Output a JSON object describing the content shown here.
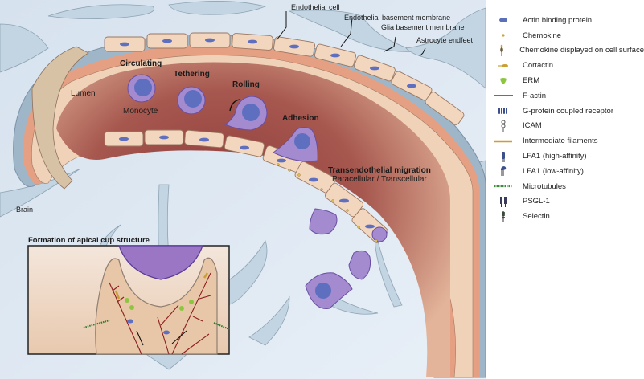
{
  "figure": {
    "region_labels": {
      "lumen": "Lumen",
      "brain": "Brain",
      "monocyte": "Monocyte"
    },
    "stages": [
      {
        "id": "circulating",
        "label": "Circulating"
      },
      {
        "id": "tethering",
        "label": "Tethering"
      },
      {
        "id": "rolling",
        "label": "Rolling"
      },
      {
        "id": "adhesion",
        "label": "Adhesion"
      },
      {
        "id": "transmigration",
        "label": "Transendothelial migration",
        "sublabel": "Paracellular / Transcellular"
      }
    ],
    "structure_callouts": [
      {
        "id": "endothelial-cell",
        "label": "Endothelial cell"
      },
      {
        "id": "endothelial-basement-membrane",
        "label": "Endothelial basement membrane"
      },
      {
        "id": "glia-basement-membrane",
        "label": "Glia basement membrane"
      },
      {
        "id": "astrocyte-endfeet",
        "label": "Astrocyte endfeet"
      }
    ],
    "inset": {
      "title": "Formation of apical cup structure"
    }
  },
  "legend": {
    "items": [
      {
        "icon": "actin-binding-protein-icon",
        "label": "Actin binding protein",
        "color": "#5b6fb8"
      },
      {
        "icon": "chemokine-icon",
        "label": "Chemokine",
        "color": "#c9a441"
      },
      {
        "icon": "chemokine-surface-icon",
        "label": "Chemokine displayed on cell surface",
        "color": "#6b5a3a"
      },
      {
        "icon": "cortactin-icon",
        "label": "Cortactin",
        "color": "#c9a032"
      },
      {
        "icon": "erm-icon",
        "label": "ERM",
        "color": "#8cc63f"
      },
      {
        "icon": "f-actin-icon",
        "label": "F-actin",
        "color": "#8b1e1e"
      },
      {
        "icon": "gpcr-icon",
        "label": "G-protein coupled receptor",
        "color": "#3c4e8c"
      },
      {
        "icon": "icam-icon",
        "label": "ICAM",
        "color": "#666666"
      },
      {
        "icon": "intermediate-filaments-icon",
        "label": "Intermediate filaments",
        "color": "#c9a032"
      },
      {
        "icon": "lfa1-high-icon",
        "label": "LFA1 (high-affinity)",
        "color": "#3c4e8c"
      },
      {
        "icon": "lfa1-low-icon",
        "label": "LFA1 (low-affinity)",
        "color": "#3c4e8c"
      },
      {
        "icon": "microtubules-icon",
        "label": "Microtubules",
        "color": "#3d8b3d"
      },
      {
        "icon": "psgl1-icon",
        "label": "PSGL-1",
        "color": "#3a3a5a"
      },
      {
        "icon": "selectin-icon",
        "label": "Selectin",
        "color": "#3a4a3a"
      }
    ]
  }
}
